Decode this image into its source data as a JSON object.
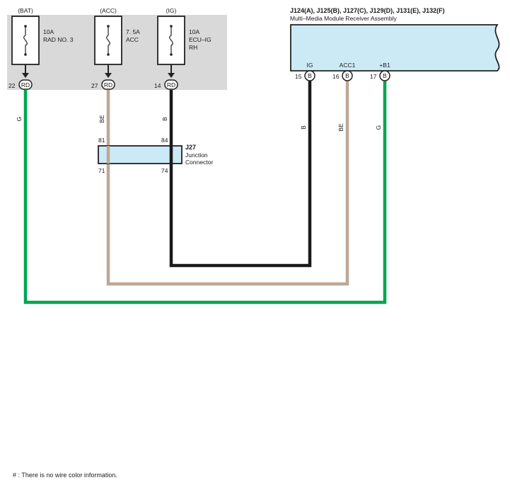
{
  "fuse_box": {
    "fuses": [
      {
        "source": "(BAT)",
        "rating": "10A",
        "name_line1": "RAD NO. 3",
        "name_line2": "",
        "pin": "22",
        "pin_color": "RD"
      },
      {
        "source": "(ACC)",
        "rating": "7. 5A",
        "name_line1": "ACC",
        "name_line2": "",
        "pin": "27",
        "pin_color": "RD"
      },
      {
        "source": "(IG)",
        "rating": "10A",
        "name_line1": "ECU–IG",
        "name_line2": "RH",
        "pin": "14",
        "pin_color": "RD"
      }
    ]
  },
  "receiver": {
    "connectors": "J124(A), J125(B), J127(C), J129(D), J131(E), J132(F)",
    "name": "Multi–Media Module Receiver Assembly",
    "terminals": [
      {
        "label": "IG",
        "pin": "15",
        "pin_color": "B"
      },
      {
        "label": "ACC1",
        "pin": "16",
        "pin_color": "B"
      },
      {
        "label": "+B1",
        "pin": "17",
        "pin_color": "B"
      }
    ]
  },
  "junction": {
    "id": "J27",
    "name_line1": "Junction",
    "name_line2": "Connector",
    "pins_top": [
      "81",
      "84"
    ],
    "pins_bottom": [
      "71",
      "74"
    ]
  },
  "wires": {
    "bat": {
      "color_code": "G",
      "color_hex": "#00a651"
    },
    "acc": {
      "color_code": "BE",
      "color_hex": "#bba896"
    },
    "ig": {
      "color_code": "B",
      "color_hex": "#1a1a1a"
    }
  },
  "colors": {
    "fuse_box_fill": "#d9d9d9",
    "component_fill": "#cce9f6"
  },
  "footnote": "# : There is no wire color information."
}
